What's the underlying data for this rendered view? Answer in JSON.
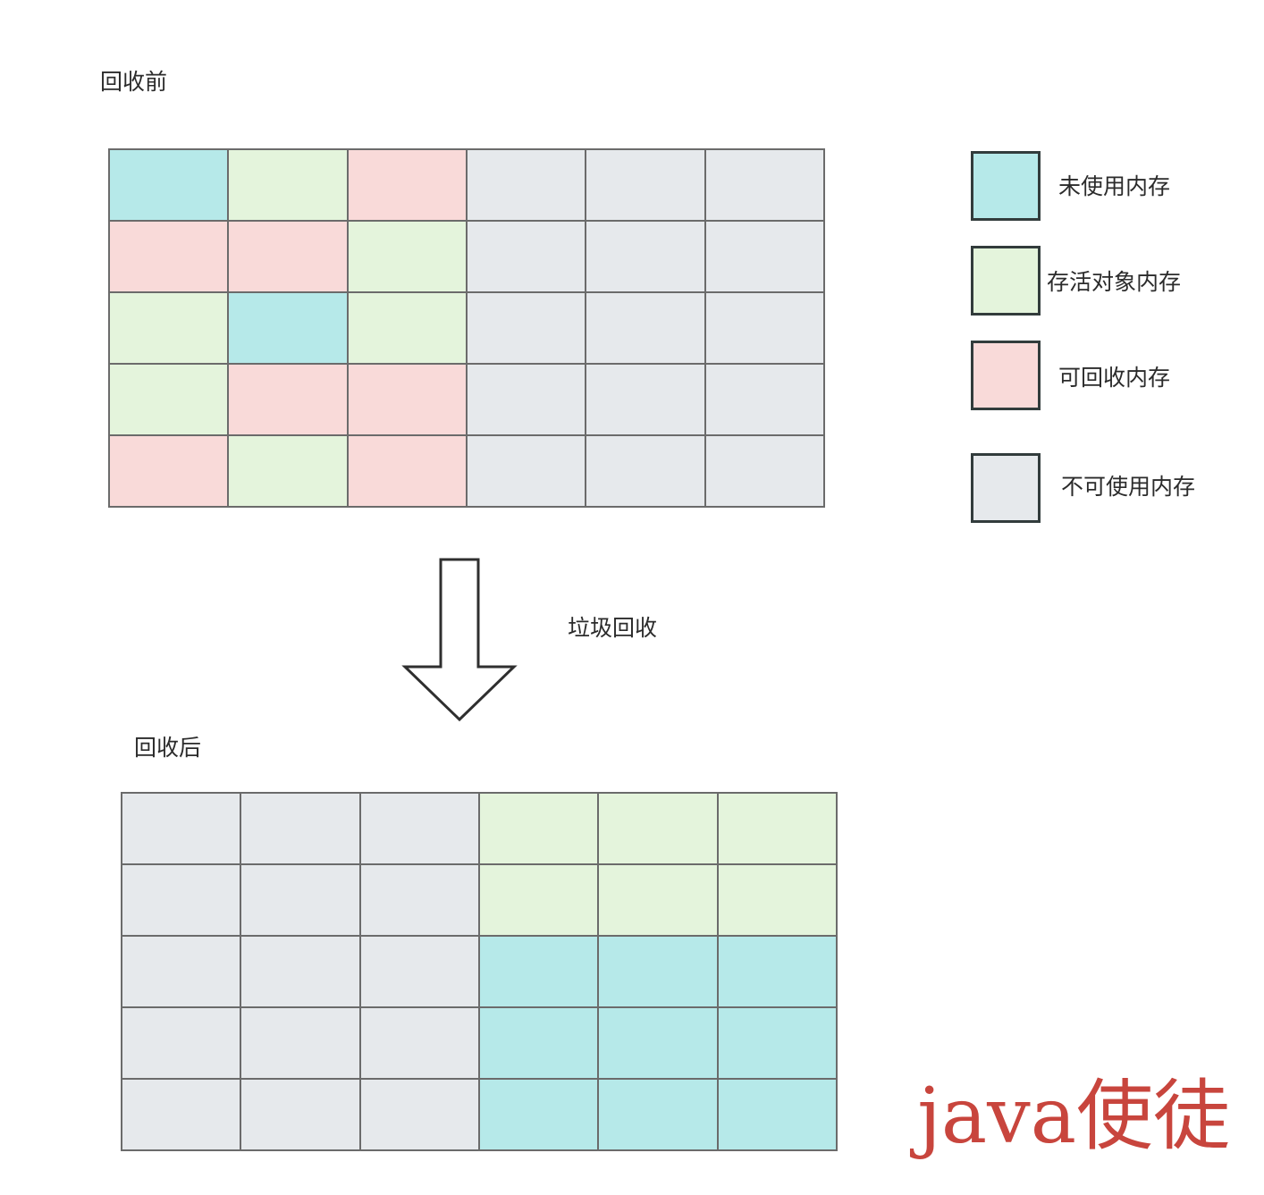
{
  "labels": {
    "before": "回收前",
    "process": "垃圾回收",
    "after": "回收后"
  },
  "legend": [
    {
      "label": "未使用内存",
      "color": "#b6e9e9"
    },
    {
      "label": "存活对象内存",
      "color": "#e4f4dc"
    },
    {
      "label": "可回收内存",
      "color": "#f9dad9"
    },
    {
      "label": "不可使用内存",
      "color": "#e6e9ec"
    }
  ],
  "before_grid": [
    [
      0,
      1,
      2,
      3,
      3,
      3
    ],
    [
      2,
      2,
      1,
      3,
      3,
      3
    ],
    [
      1,
      0,
      1,
      3,
      3,
      3
    ],
    [
      1,
      2,
      2,
      3,
      3,
      3
    ],
    [
      2,
      1,
      2,
      3,
      3,
      3
    ]
  ],
  "after_grid": [
    [
      3,
      3,
      3,
      1,
      1,
      1
    ],
    [
      3,
      3,
      3,
      1,
      1,
      1
    ],
    [
      3,
      3,
      3,
      0,
      0,
      0
    ],
    [
      3,
      3,
      3,
      0,
      0,
      0
    ],
    [
      3,
      3,
      3,
      0,
      0,
      0
    ]
  ],
  "watermark": {
    "text": "java使徒",
    "color": "#c8453d"
  }
}
